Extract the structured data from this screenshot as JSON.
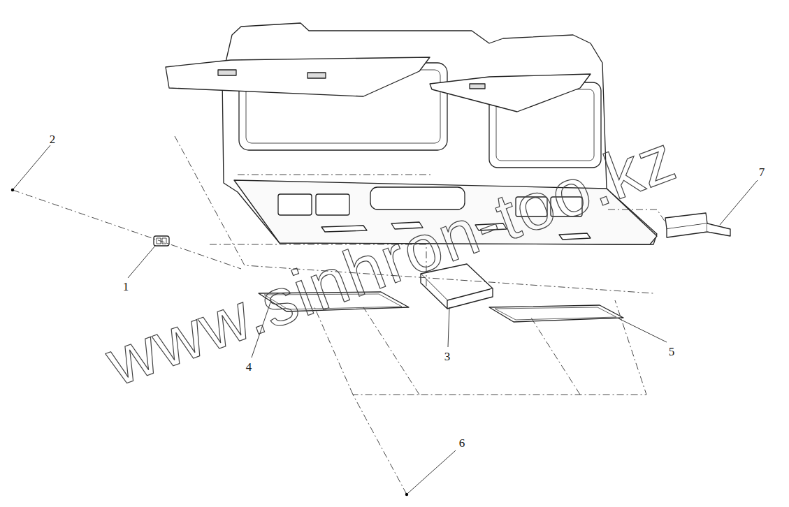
{
  "diagram": {
    "labels": [
      "2",
      "7",
      "1",
      "4",
      "3",
      "5",
      "6",
      "www.sinhron-too.kz"
    ]
  }
}
